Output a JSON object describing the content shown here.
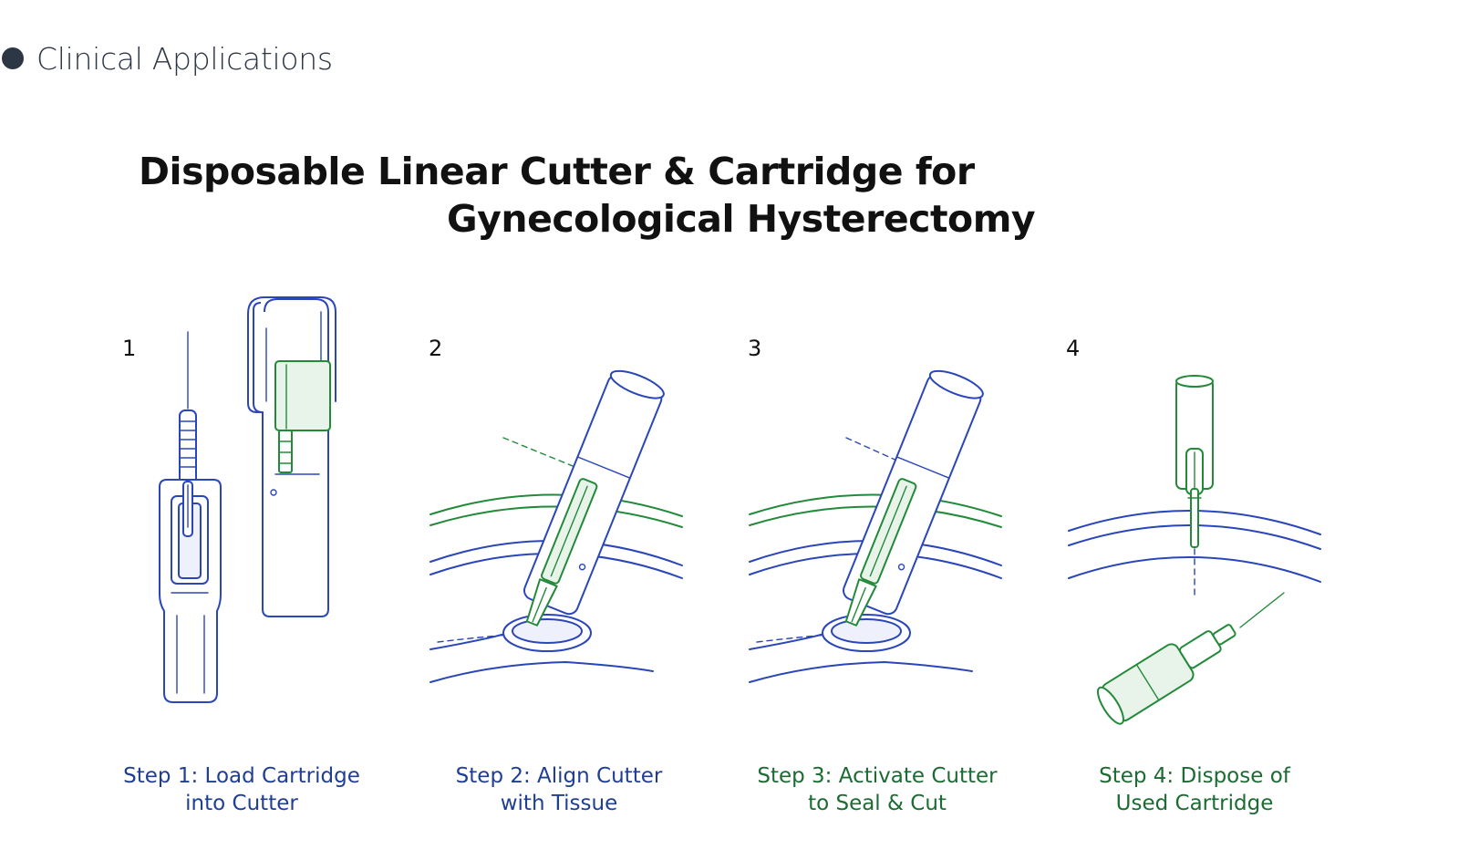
{
  "section": {
    "title": "Clinical Applications"
  },
  "diagram": {
    "title_line_1": "Disposable Linear Cutter & Cartridge for",
    "title_line_2": "Gynecological Hysterectomy",
    "steps": [
      {
        "number": "1",
        "caption_line_1": "Step 1: Load Cartridge",
        "caption_line_2": "into Cutter",
        "caption_color": "#1f3e94"
      },
      {
        "number": "2",
        "caption_line_1": "Step 2: Align Cutter",
        "caption_line_2": "with Tissue",
        "caption_color": "#1f3e94"
      },
      {
        "number": "3",
        "caption_line_1": "Step 3: Activate Cutter",
        "caption_line_2": "to Seal & Cut",
        "caption_color": "#1b6b32"
      },
      {
        "number": "4",
        "caption_line_1": "Step 4: Dispose of",
        "caption_line_2": "Used Cartridge",
        "caption_color": "#1b6b32"
      }
    ]
  },
  "colors": {
    "outline_blue": "#2a46b8",
    "outline_green": "#238a3a",
    "header_dot": "#2d3645"
  }
}
